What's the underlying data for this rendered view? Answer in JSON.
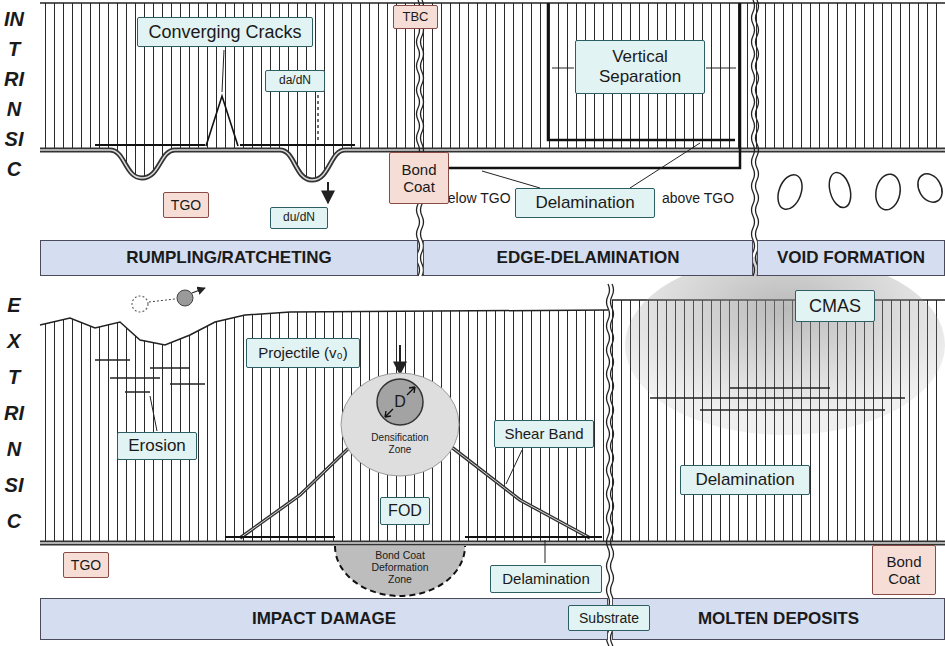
{
  "diagram": {
    "nodes": [
      {
        "text": [
          "Converging Cracks"
        ]
      },
      {
        "text": [
          "da/dN"
        ]
      },
      {
        "text": [
          "TBC"
        ]
      },
      {
        "text": [
          "Vertical Separation"
        ]
      },
      {
        "text": [
          "TGO"
        ]
      },
      {
        "text": [
          "du/dN"
        ]
      },
      {
        "text": [
          "Bond Coat"
        ]
      },
      {
        "text": [
          "Delamination"
        ]
      },
      {
        "text": [
          "RUMPLING/RATCHETING"
        ]
      },
      {
        "text": [
          "EDGE-DELAMINATION"
        ]
      },
      {
        "text": [
          "VOID FORMATION"
        ]
      },
      {
        "text": [
          "CMAS"
        ]
      },
      {
        "text": [
          "Projectile (v₀)"
        ]
      },
      {
        "text": [
          "D"
        ]
      },
      {
        "text": [
          "Densification Zone"
        ]
      },
      {
        "text": [
          "Erosion"
        ]
      },
      {
        "text": [
          "Shear Band"
        ]
      },
      {
        "text": [
          "FOD"
        ]
      },
      {
        "text": [
          "Delamination"
        ]
      },
      {
        "text": [
          "TGO"
        ]
      },
      {
        "text": [
          "Bond Coat Deformation Zone"
        ]
      },
      {
        "text": [
          "Delamination"
        ]
      },
      {
        "text": [
          "Bond Coat"
        ]
      },
      {
        "text": [
          "IMPACT DAMAGE"
        ]
      },
      {
        "text": [
          "Substrate"
        ]
      },
      {
        "text": [
          "MOLTEN DEPOSITS"
        ]
      }
    ],
    "labels": [
      "INTRINSIC",
      "EXTRINSIC",
      "below TGO",
      "above TGO"
    ]
  }
}
